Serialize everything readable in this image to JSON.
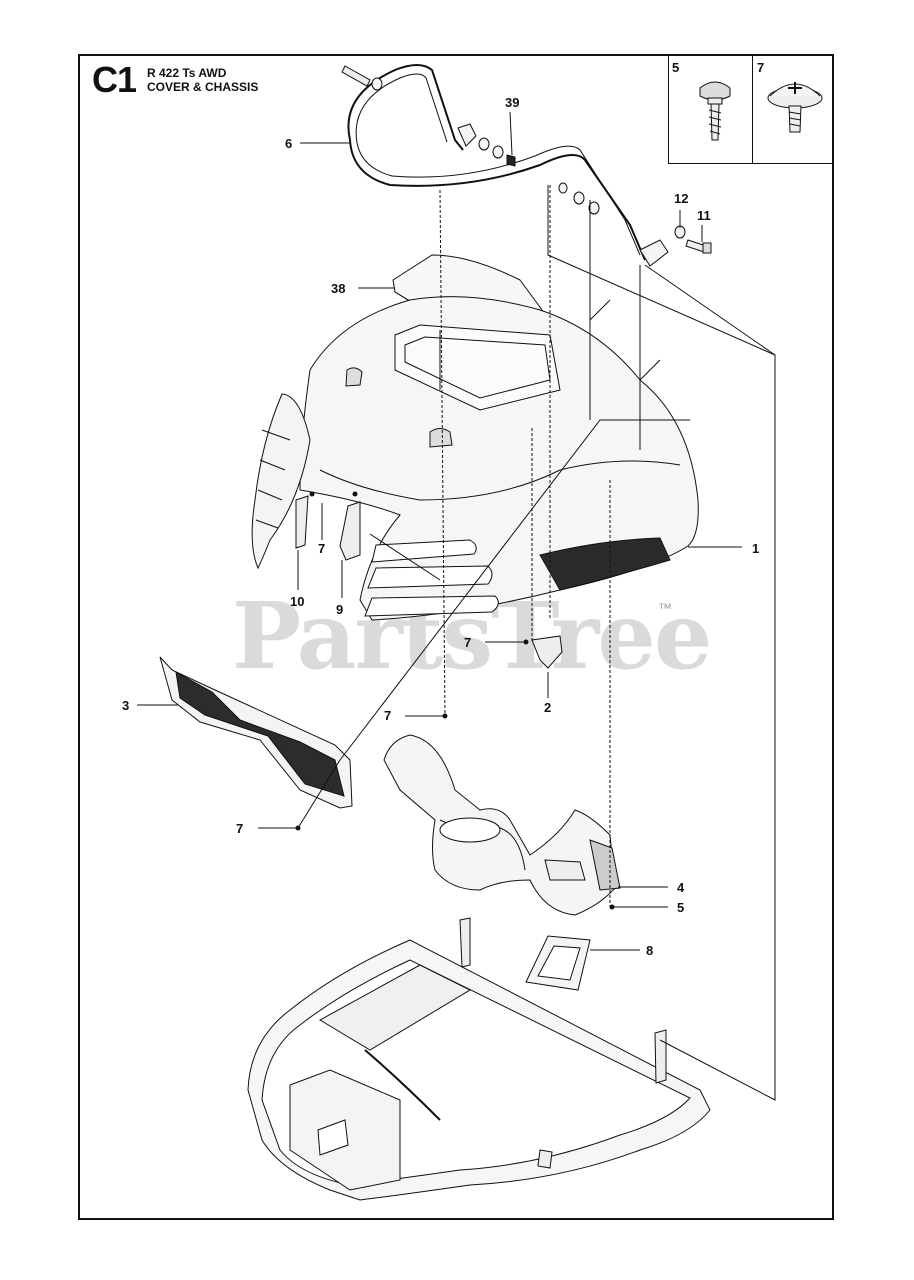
{
  "header": {
    "section_code": "C1",
    "model": "R 422 Ts AWD",
    "subtitle": "COVER & CHASSIS"
  },
  "inset": {
    "left_number": "5",
    "right_number": "7",
    "left_icon": "self-tapping-screw-icon",
    "right_icon": "phillips-screw-icon"
  },
  "watermark": {
    "text": "PartsTree",
    "trademark": "™"
  },
  "callouts": [
    {
      "id": "c1",
      "label": "1"
    },
    {
      "id": "c2",
      "label": "2"
    },
    {
      "id": "c3",
      "label": "3"
    },
    {
      "id": "c4",
      "label": "4"
    },
    {
      "id": "c5",
      "label": "5"
    },
    {
      "id": "c6",
      "label": "6"
    },
    {
      "id": "c7a",
      "label": "7"
    },
    {
      "id": "c7b",
      "label": "7"
    },
    {
      "id": "c7c",
      "label": "7"
    },
    {
      "id": "c7d",
      "label": "7"
    },
    {
      "id": "c8",
      "label": "8"
    },
    {
      "id": "c9",
      "label": "9"
    },
    {
      "id": "c10",
      "label": "10"
    },
    {
      "id": "c11",
      "label": "11"
    },
    {
      "id": "c12",
      "label": "12"
    },
    {
      "id": "c38",
      "label": "38"
    },
    {
      "id": "c39",
      "label": "39"
    }
  ],
  "colors": {
    "line": "#111111",
    "part_fill": "#f4f4f4",
    "dark_fill": "#2a2a2a",
    "watermark": "#bdbdbd"
  }
}
